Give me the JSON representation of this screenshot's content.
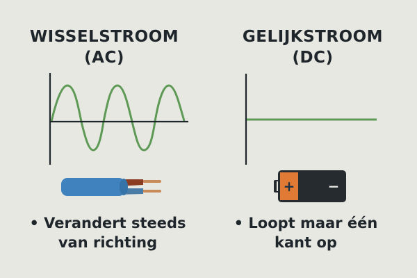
{
  "ac": {
    "title_line1": "WISSELSTROOM",
    "title_line2": "(AC)",
    "caption_line1": "• Verandert steeds",
    "caption_line2": "van richting",
    "icon": "cable-icon"
  },
  "dc": {
    "title_line1": "GELIJKSTROOM",
    "title_line2": "(DC)",
    "caption_line1": "• Loopt maar één",
    "caption_line2": "kant op",
    "icon": "battery-icon",
    "battery_plus": "+",
    "battery_minus": "−"
  },
  "colors": {
    "background": "#e8e8e3",
    "text": "#1f262b",
    "wave": "#5e9a55",
    "cable_blue": "#3f82bd",
    "battery_orange": "#e07a35",
    "battery_body": "#262b2f"
  }
}
